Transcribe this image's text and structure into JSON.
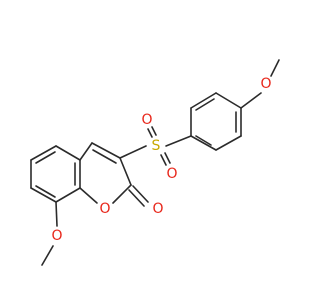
{
  "molecule": {
    "colors": {
      "bond": "#2b2b2b",
      "oxygen": "#e8261a",
      "sulfur": "#c8a800"
    },
    "atoms": [
      {
        "id": "o-methoxy-top",
        "label": "O",
        "element": "oxygen"
      },
      {
        "id": "s-sulfonyl",
        "label": "S",
        "element": "sulfur"
      },
      {
        "id": "o-sulfonyl-upper",
        "label": "O",
        "element": "oxygen"
      },
      {
        "id": "o-sulfonyl-lower",
        "label": "O",
        "element": "oxygen"
      },
      {
        "id": "o-ring",
        "label": "O",
        "element": "oxygen"
      },
      {
        "id": "o-carbonyl",
        "label": "O",
        "element": "oxygen"
      },
      {
        "id": "o-methoxy-bottom",
        "label": "O",
        "element": "oxygen"
      }
    ]
  }
}
